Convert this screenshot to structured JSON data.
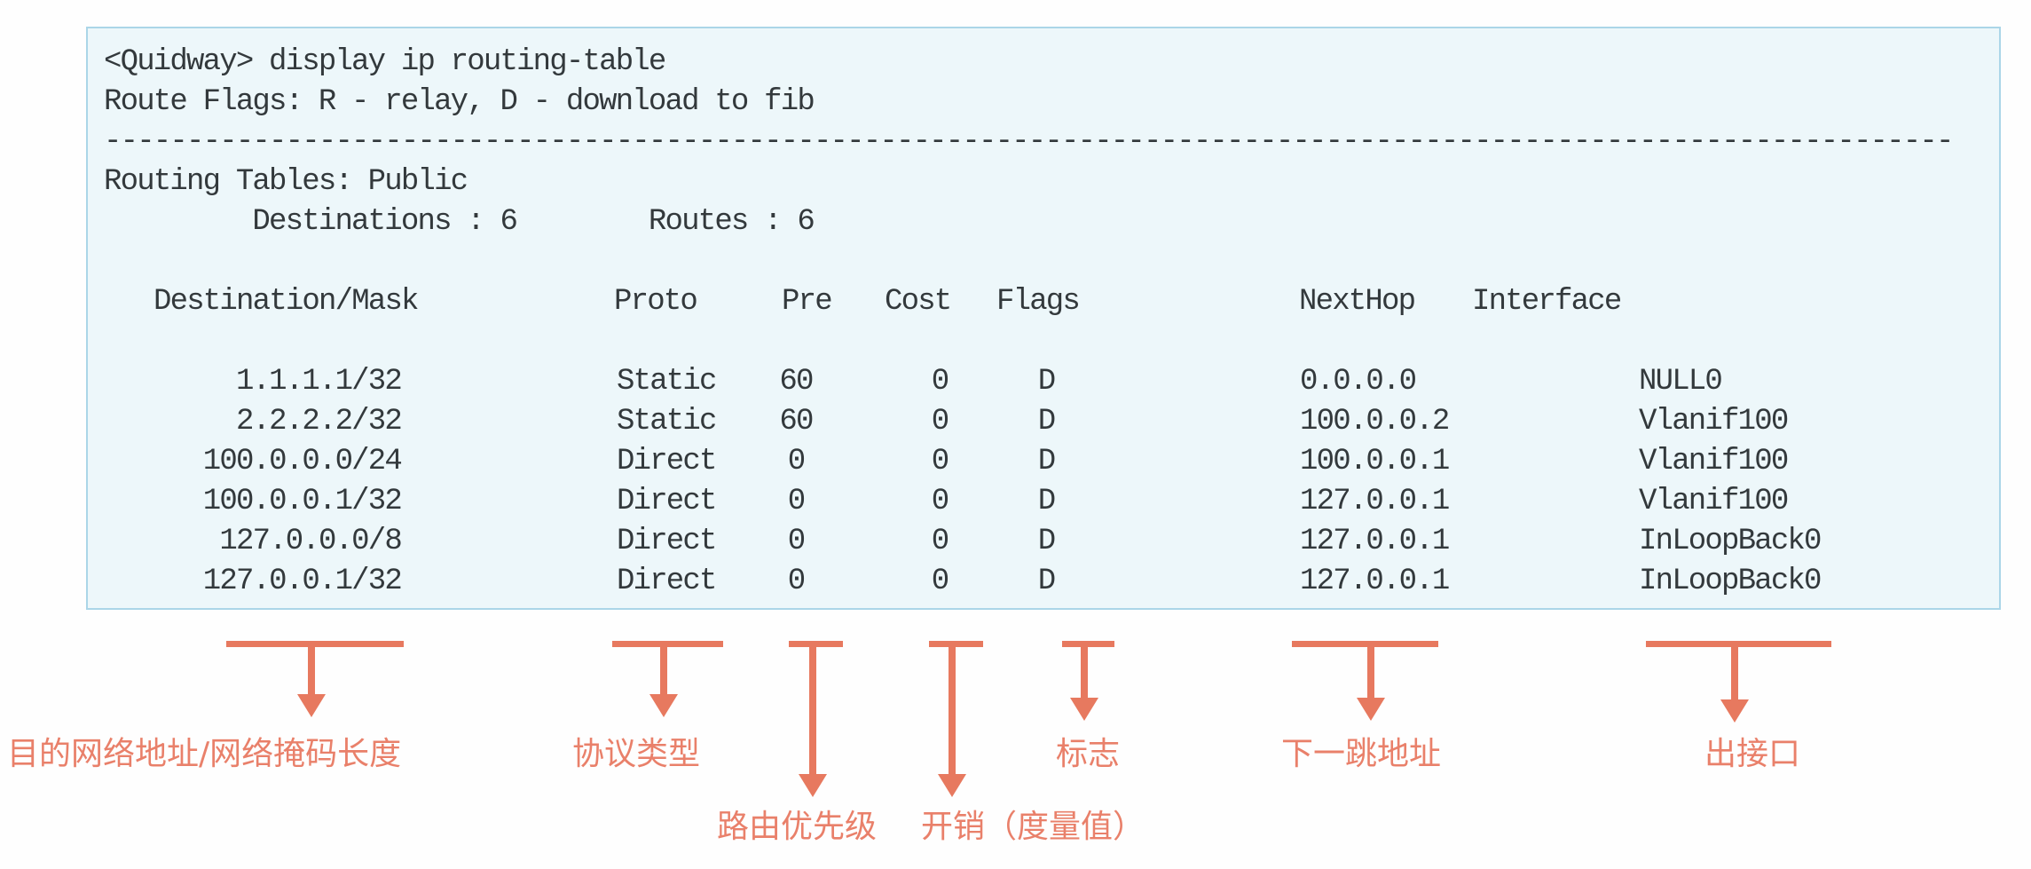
{
  "terminal": {
    "lines": {
      "prompt": "<Quidway> display ip routing-table",
      "route_flags": "Route Flags: R - relay, D - download to fib",
      "divider": "----------------------------------------------------------------------------------------------------------------",
      "routing_tables": "Routing Tables: Public",
      "summary": "         Destinations : 6        Routes : 6"
    },
    "table": {
      "headers": {
        "dest": "Destination/Mask",
        "proto": "Proto",
        "pre": "Pre",
        "cost": "Cost",
        "flags": "Flags",
        "nexthop": "NextHop",
        "iface": "Interface"
      },
      "rows": [
        {
          "dest": "1.1.1.1/32",
          "proto": "Static",
          "pre": "60",
          "cost": "0",
          "flags": "D",
          "nexthop": "0.0.0.0",
          "iface": "NULL0"
        },
        {
          "dest": "2.2.2.2/32",
          "proto": "Static",
          "pre": "60",
          "cost": "0",
          "flags": "D",
          "nexthop": "100.0.0.2",
          "iface": "Vlanif100"
        },
        {
          "dest": "100.0.0.0/24",
          "proto": "Direct",
          "pre": "0",
          "cost": "0",
          "flags": "D",
          "nexthop": "100.0.0.1",
          "iface": "Vlanif100"
        },
        {
          "dest": "100.0.0.1/32",
          "proto": "Direct",
          "pre": "0",
          "cost": "0",
          "flags": "D",
          "nexthop": "127.0.0.1",
          "iface": "Vlanif100"
        },
        {
          "dest": "127.0.0.0/8",
          "proto": "Direct",
          "pre": "0",
          "cost": "0",
          "flags": "D",
          "nexthop": "127.0.0.1",
          "iface": "InLoopBack0"
        },
        {
          "dest": "127.0.0.1/32",
          "proto": "Direct",
          "pre": "0",
          "cost": "0",
          "flags": "D",
          "nexthop": "127.0.0.1",
          "iface": "InLoopBack0"
        }
      ]
    }
  },
  "annotations": {
    "dest": "目的网络地址/网络掩码长度",
    "proto": "协议类型",
    "pre": "路由优先级",
    "cost": "开销（度量值）",
    "flags": "标志",
    "nexthop": "下一跳地址",
    "iface": "出接口"
  },
  "colors": {
    "arrow": "#e7795f",
    "label": "#e9806a",
    "box_bg": "#edf7fa",
    "box_border": "#abd6e8",
    "text": "#33393c"
  }
}
